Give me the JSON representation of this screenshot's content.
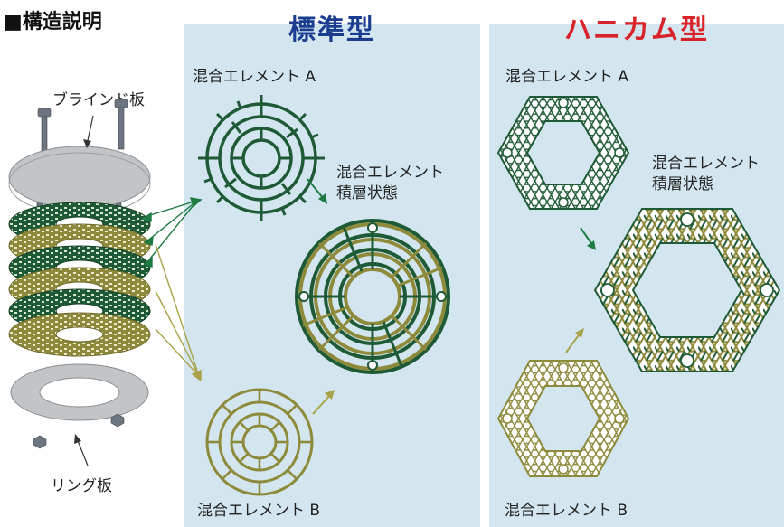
{
  "section_title": "■構造説明",
  "left": {
    "blind_plate_label": "ブラインド板",
    "ring_plate_label": "リング板"
  },
  "standard": {
    "title": "標準型",
    "element_a": "混合エレメント A",
    "stacked_line1": "混合エレメント",
    "stacked_line2": "積層状態",
    "element_b": "混合エレメント B"
  },
  "honeycomb": {
    "title": "ハニカム型",
    "element_a": "混合エレメント A",
    "stacked_line1": "混合エレメント",
    "stacked_line2": "積層状態",
    "element_b": "混合エレメント B"
  },
  "colors": {
    "panel_bg": "#d3e6ef",
    "element_a_green": "#1f5a36",
    "element_b_olive": "#8e8a3c",
    "standard_title": "#1a3d8f",
    "honeycomb_title": "#d8232a",
    "arrow_green": "#1d7a43",
    "arrow_olive": "#a9a248"
  }
}
